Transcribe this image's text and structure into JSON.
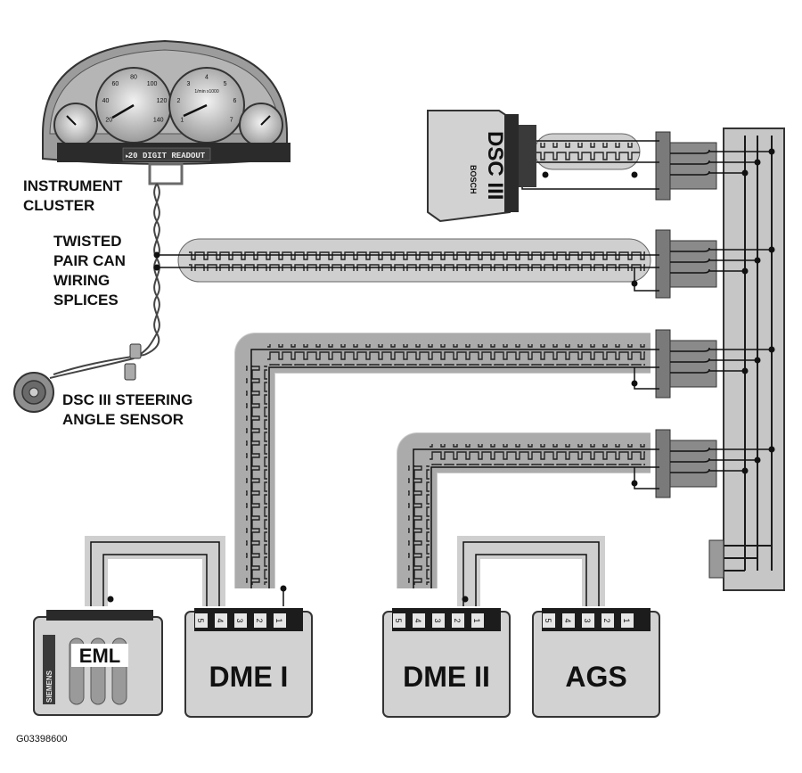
{
  "labels": {
    "instrument_cluster": [
      "INSTRUMENT",
      "CLUSTER"
    ],
    "twisted_pair": [
      "TWISTED",
      "PAIR CAN",
      "WIRING",
      "SPLICES"
    ],
    "steering_sensor": [
      "DSC III STEERING",
      "ANGLE SENSOR"
    ],
    "figure_id": "G03398600"
  },
  "cluster": {
    "readout": "20 DIGIT READOUT",
    "speedo_ticks": [
      "20",
      "40",
      "60",
      "80",
      "100",
      "120",
      "140"
    ],
    "tacho_ticks": [
      "1",
      "2",
      "3",
      "4",
      "5",
      "6",
      "7"
    ],
    "tacho_unit": "1/min x1000"
  },
  "modules": {
    "dsc": {
      "name": "DSC III",
      "brand": "BOSCH"
    },
    "eml": {
      "name": "EML",
      "brand": "SIEMENS"
    },
    "dme1": {
      "name": "DME I",
      "pins": [
        "5",
        "4",
        "3",
        "2",
        "1"
      ]
    },
    "dme2": {
      "name": "DME II",
      "pins": [
        "5",
        "4",
        "3",
        "2",
        "1"
      ]
    },
    "ags": {
      "name": "AGS",
      "pins": [
        "5",
        "4",
        "3",
        "2",
        "1"
      ]
    }
  },
  "colors": {
    "housing": "#d9d9d9",
    "sheath": "#c4c4c4",
    "wire": "#1a1a1a",
    "connector": "#7a7a7a",
    "pin_block": "#1c1c1c"
  }
}
